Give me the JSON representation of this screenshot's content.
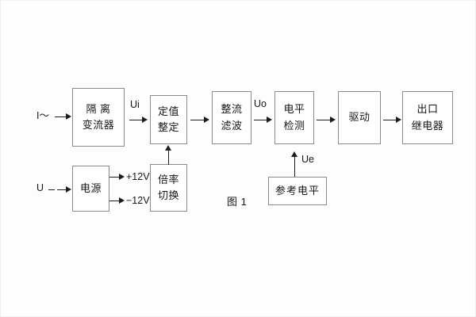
{
  "figure": {
    "caption": "图 1",
    "title_present": false
  },
  "inputs": [
    {
      "name": "current-input",
      "label": "I～"
    },
    {
      "name": "voltage-input",
      "label": "U"
    }
  ],
  "blocks": [
    {
      "id": "isolation-ct",
      "lines": [
        "隔 离",
        "变流器"
      ]
    },
    {
      "id": "setting-value",
      "lines": [
        "定值",
        "整定"
      ]
    },
    {
      "id": "rectify-filter",
      "lines": [
        "整流",
        "滤波"
      ]
    },
    {
      "id": "level-detect",
      "lines": [
        "电平",
        "检测"
      ]
    },
    {
      "id": "drive",
      "lines": [
        "驱动"
      ]
    },
    {
      "id": "output-relay",
      "lines": [
        "出口",
        "继电器"
      ]
    },
    {
      "id": "power-supply",
      "lines": [
        "电源"
      ]
    },
    {
      "id": "ratio-switch",
      "lines": [
        "倍率",
        "切换"
      ]
    },
    {
      "id": "reference-level",
      "lines": [
        "参考电平"
      ]
    }
  ],
  "signals": [
    {
      "id": "ui",
      "label": "Ui"
    },
    {
      "id": "uo",
      "label": "Uo"
    },
    {
      "id": "ue",
      "label": "Ue"
    }
  ],
  "supply_rails": [
    {
      "id": "rail-positive",
      "label": "+12V"
    },
    {
      "id": "rail-negative",
      "label": "−12V"
    }
  ],
  "colors": {
    "box_border": "#8a8a8a",
    "line": "#1d1d1d",
    "text": "#161616",
    "background": "#fdfdfd"
  }
}
